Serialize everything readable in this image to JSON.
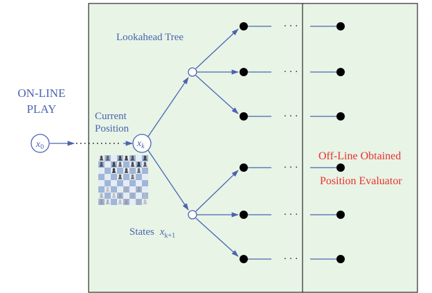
{
  "colors": {
    "panel_fill": "#e8f4e6",
    "panel_border": "#000000",
    "blue": "#4a64b0",
    "red": "#e8302c",
    "node_fill": "#000000",
    "board_light": "#e6ecf5",
    "board_dark": "#9fb6d8"
  },
  "labels": {
    "online_play_line1": "ON-LINE",
    "online_play_line2": "PLAY",
    "current_position_line1": "Current",
    "current_position_line2": "Position",
    "lookahead_tree": "Lookahead Tree",
    "states_prefix": "States",
    "states_var": "x",
    "states_sub": "k+1",
    "x0_var": "x",
    "x0_sub": "0",
    "xk_var": "x",
    "xk_sub": "k",
    "evaluator_line1": "Off-Line Obtained",
    "evaluator_line2": "Position Evaluator",
    "ellipsis": "· · ·"
  },
  "icons": {
    "chessboard": "chessboard-image"
  },
  "structure": {
    "branches_per_state": 3,
    "state_count": 2,
    "leaf_count": 6
  }
}
